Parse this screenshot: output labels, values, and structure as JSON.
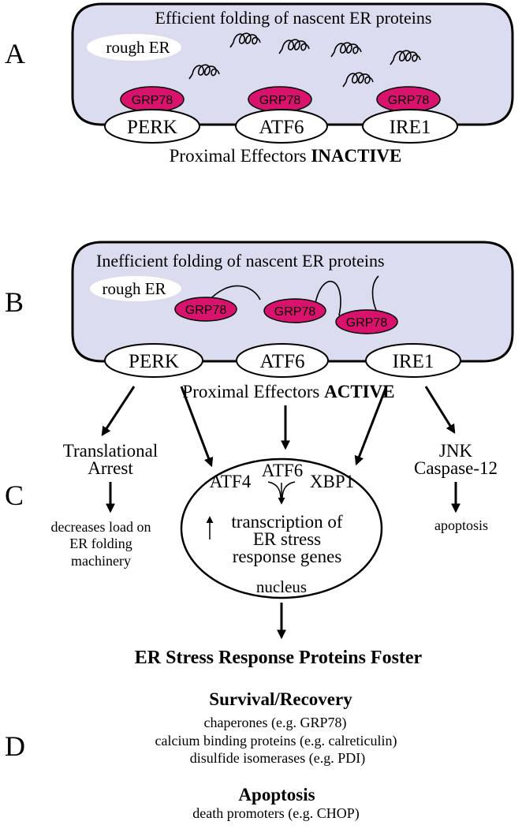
{
  "panel_labels": {
    "a": "A",
    "b": "B",
    "c": "C",
    "d": "D"
  },
  "panel_a": {
    "title": "Efficient folding of nascent ER proteins",
    "rough_er": "rough ER",
    "grp78": "GRP78",
    "effectors": [
      "PERK",
      "ATF6",
      "IRE1"
    ],
    "caption_prefix": "Proximal Effectors ",
    "caption_state": "INACTIVE"
  },
  "panel_b": {
    "title": "Inefficient folding of nascent ER proteins",
    "rough_er": "rough ER",
    "grp78": "GRP78",
    "effectors": [
      "PERK",
      "ATF6",
      "IRE1"
    ],
    "caption_prefix": "Proximal Effectors ",
    "caption_state": "ACTIVE"
  },
  "panel_c": {
    "left_line1": "Translational",
    "left_line2": "Arrest",
    "left_result": [
      "decreases load on",
      "ER folding",
      "machinery"
    ],
    "nucleus_factors": [
      "ATF4",
      "ATF6",
      "XBP1"
    ],
    "nucleus_text": [
      "transcription of",
      "ER stress",
      "response genes"
    ],
    "nucleus_label": "nucleus",
    "right_line1": "JNK",
    "right_line2": "Caspase-12",
    "right_result": "apoptosis"
  },
  "panel_d": {
    "heading": "ER Stress Response Proteins Foster",
    "survival_heading": "Survival/Recovery",
    "survival_items": [
      "chaperones (e.g. GRP78)",
      "calcium binding proteins (e.g. calreticulin)",
      "disulfide isomerases (e.g. PDI)"
    ],
    "apoptosis_heading": "Apoptosis",
    "apoptosis_items": [
      "death promoters (e.g. CHOP)"
    ]
  }
}
